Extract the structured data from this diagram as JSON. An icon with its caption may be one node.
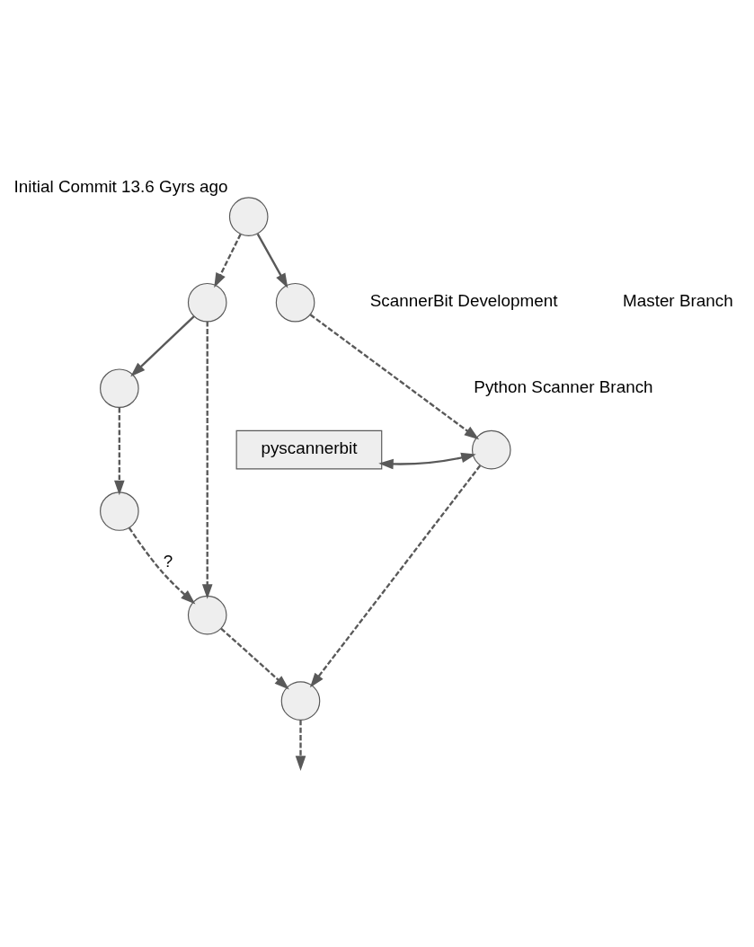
{
  "diagram": {
    "nodes": [
      {
        "text": [],
        "shape": "circle",
        "beside": [
          "Initial Commit 13.6 Gyrs ago"
        ]
      },
      {
        "text": [],
        "shape": "circle"
      },
      {
        "text": [],
        "shape": "circle"
      },
      {
        "text": [],
        "shape": "circle"
      },
      {
        "text": [],
        "shape": "circle"
      },
      {
        "text": [],
        "shape": "circle"
      },
      {
        "text": [],
        "shape": "circle"
      },
      {
        "text": [],
        "shape": "circle"
      },
      {
        "text": [
          "pyscannerbit"
        ]
      }
    ],
    "edges": [
      {
        "from": 0,
        "to": 2,
        "arrow": "to"
      },
      {
        "from": 0,
        "to": 1,
        "arrow": "to",
        "style": "dashed"
      },
      {
        "from": 1,
        "to": 3,
        "arrow": "to"
      },
      {
        "from": 1,
        "to": 6,
        "arrow": "to",
        "style": "dashed"
      },
      {
        "from": 2,
        "to": 5,
        "arrow": "to",
        "style": "dashed"
      },
      {
        "from": 3,
        "to": 4,
        "arrow": "to",
        "style": "dashed"
      },
      {
        "from": 4,
        "to": 6,
        "arrow": "to",
        "style": "dashed",
        "label": "?"
      },
      {
        "from": 5,
        "to": 7,
        "arrow": "to",
        "style": "dashed"
      },
      {
        "from": 6,
        "to": 7,
        "arrow": "to",
        "style": "dashed"
      },
      {
        "from": 7,
        "to": null,
        "arrow": "to",
        "style": "dashed"
      },
      {
        "from": 8,
        "to": 5,
        "arrow": "both"
      }
    ],
    "labels": [
      "ScannerBit Development",
      "Python Scanner Branch",
      "Master Branch"
    ]
  }
}
